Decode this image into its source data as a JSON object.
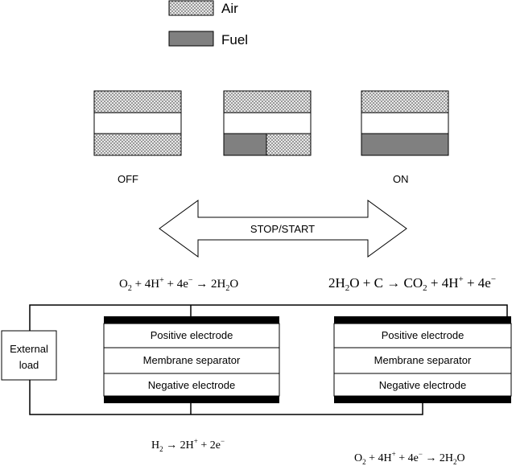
{
  "legend": {
    "air_label": "Air",
    "fuel_label": "Fuel"
  },
  "states": {
    "off_label": "OFF",
    "on_label": "ON"
  },
  "arrow": {
    "label": "STOP/START"
  },
  "reactions": {
    "cathode_left": {
      "base": [
        "O",
        " + 4H",
        " + 4e",
        " → 2H",
        "O"
      ],
      "sub1": "2",
      "sup1": "+",
      "sup2": "−",
      "sub2": "2"
    },
    "cathode_right_top": {
      "p1": "2H",
      "sub1": "2",
      "p2": "O + C → CO",
      "sub2": "2",
      "p3": " + 4H",
      "sup1": "+",
      "p4": " + 4e",
      "sup2": "−"
    },
    "anode_left": {
      "p1": "H",
      "sub1": "2",
      "p2": " → 2H",
      "sup1": "+",
      "p3": " + 2e",
      "sup2": "−"
    },
    "cathode_right_bottom": {
      "p1": "O",
      "sub1": "2",
      "p2": " + 4H",
      "sup1": "+",
      "p3": " + 4e",
      "sup2": "−",
      "p4": " → 2H",
      "sub2": "2",
      "p5": "O"
    }
  },
  "external_load": {
    "line1": "External",
    "line2": "load"
  },
  "cell_left": {
    "layers": [
      "Positive electrode",
      "Membrane separator",
      "Negative electrode"
    ]
  },
  "cell_right": {
    "layers": [
      "Positive electrode",
      "Membrane separator",
      "Negative electrode"
    ]
  }
}
